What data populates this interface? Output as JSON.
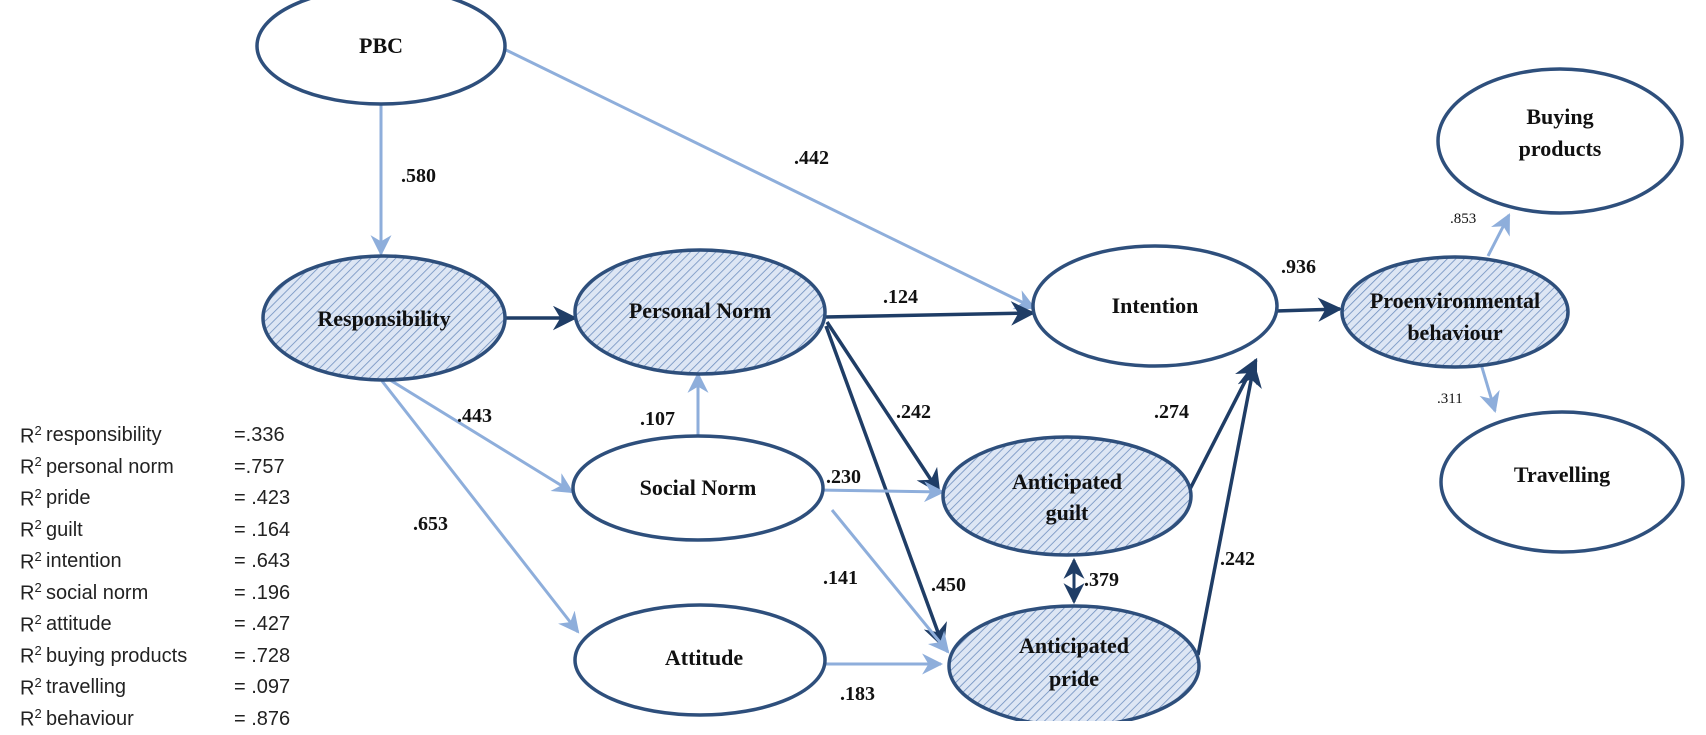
{
  "nodes": {
    "pbc": {
      "label": "PBC"
    },
    "responsibility": {
      "label": "Responsibility"
    },
    "personal_norm": {
      "label": "Personal Norm"
    },
    "social_norm": {
      "label": "Social Norm"
    },
    "attitude": {
      "label": "Attitude"
    },
    "intention": {
      "label": "Intention"
    },
    "guilt": {
      "line1": "Anticipated",
      "line2": "guilt"
    },
    "pride": {
      "line1": "Anticipated",
      "line2": "pride"
    },
    "behaviour": {
      "line1": "Proenvironmental",
      "line2": "behaviour"
    },
    "buying": {
      "line1": "Buying",
      "line2": "products"
    },
    "travelling": {
      "label": "Travelling"
    }
  },
  "paths": {
    "pbc_responsibility": ".580",
    "pbc_intention": ".442",
    "personalnorm_intention": ".124",
    "intention_behaviour": ".936",
    "behaviour_buying": ".853",
    "behaviour_travelling": ".311",
    "responsibility_socialnorm": ".443",
    "socialnorm_personalnorm": ".107",
    "personalnorm_guilt": ".242",
    "guilt_intention": ".274",
    "socialnorm_guilt": ".230",
    "responsibility_attitude": ".653",
    "socialnorm_pride": ".141",
    "personalnorm_pride": ".450",
    "guilt_pride": ".379",
    "pride_intention": ".242",
    "attitude_pride": ".183"
  },
  "r2": {
    "symbol": "R",
    "superscript": "2",
    "rows": [
      {
        "label": "responsibility",
        "value": "=.336"
      },
      {
        "label": "personal norm",
        "value": "=.757"
      },
      {
        "label": "pride",
        "value": "= .423"
      },
      {
        "label": "guilt",
        "value": "= .164"
      },
      {
        "label": "intention",
        "value": "= .643"
      },
      {
        "label": "social norm",
        "value": "= .196"
      },
      {
        "label": "attitude",
        "value": "= .427"
      },
      {
        "label": "buying products",
        "value": "= .728"
      },
      {
        "label": "travelling",
        "value": "= .097"
      },
      {
        "label": "behaviour",
        "value": "= .876"
      }
    ]
  },
  "colors": {
    "outline": "#2e4f7c",
    "dark_arrow": "#1f3d66",
    "light_arrow": "#8eaedb",
    "hatch_fill": "#c9d6ec"
  }
}
